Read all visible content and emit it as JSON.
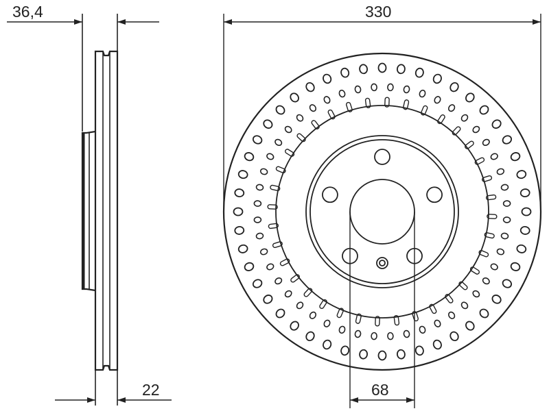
{
  "dimensions": {
    "hat_height": "36,4",
    "disc_thickness": "22",
    "outer_diameter": "330",
    "center_bore": "68"
  },
  "disc": {
    "bolt_holes": 5,
    "outer_row_holes": 48,
    "middle_row_holes": 48,
    "vent_slots": 36
  },
  "colors": {
    "line": "#222222",
    "background": "#ffffff"
  }
}
